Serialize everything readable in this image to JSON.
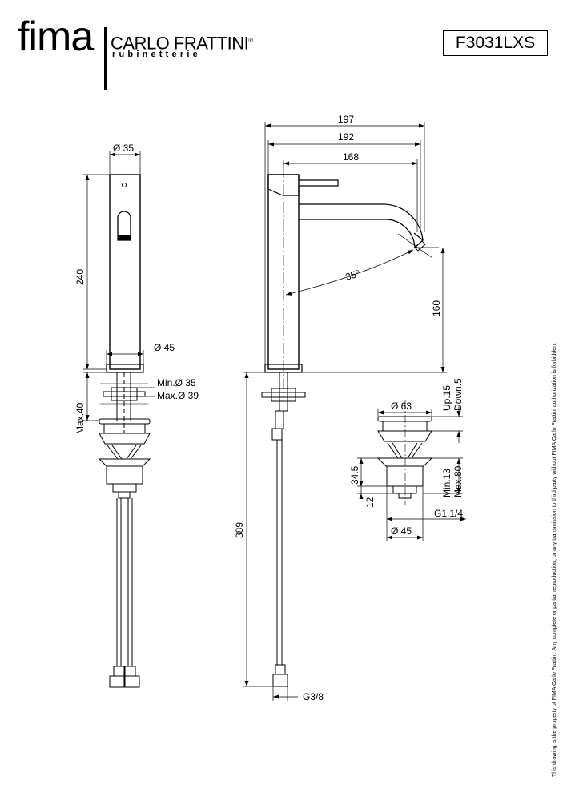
{
  "brand": {
    "logo_fima": "fima",
    "logo_carlo": "CARLO FRATTINI",
    "logo_mark": "®",
    "logo_sub": "rubinetterie"
  },
  "product_code": "F3031LXS",
  "disclaimer": "This drawing is the property of FIMA Carlo Frattini. Any complete or partial reproduction, or any transmission to third party without FIMA Carlo Frattini authorization is forbidden.",
  "dimensions": {
    "front_diameter_top": "Ø 35",
    "front_height": "240",
    "front_base_diameter": "Ø 45",
    "hole_min": "Min.Ø 35",
    "hole_max": "Max.Ø 39",
    "deck_max": "Max.40",
    "side_total_width": "197",
    "side_spout_reach": "192",
    "side_lever_reach": "168",
    "side_angle": "35°",
    "side_spout_height": "160",
    "side_hose_length": "389",
    "side_thread": "G3/8",
    "waste_diameter_top": "Ø 63",
    "waste_up": "Up.15",
    "waste_down": "Down.5",
    "waste_height": "34.5",
    "waste_thread_height": "12",
    "waste_min": "Min.13",
    "waste_max": "Max.80",
    "waste_thread": "G1.1/4",
    "waste_diameter_bottom": "Ø 45"
  }
}
